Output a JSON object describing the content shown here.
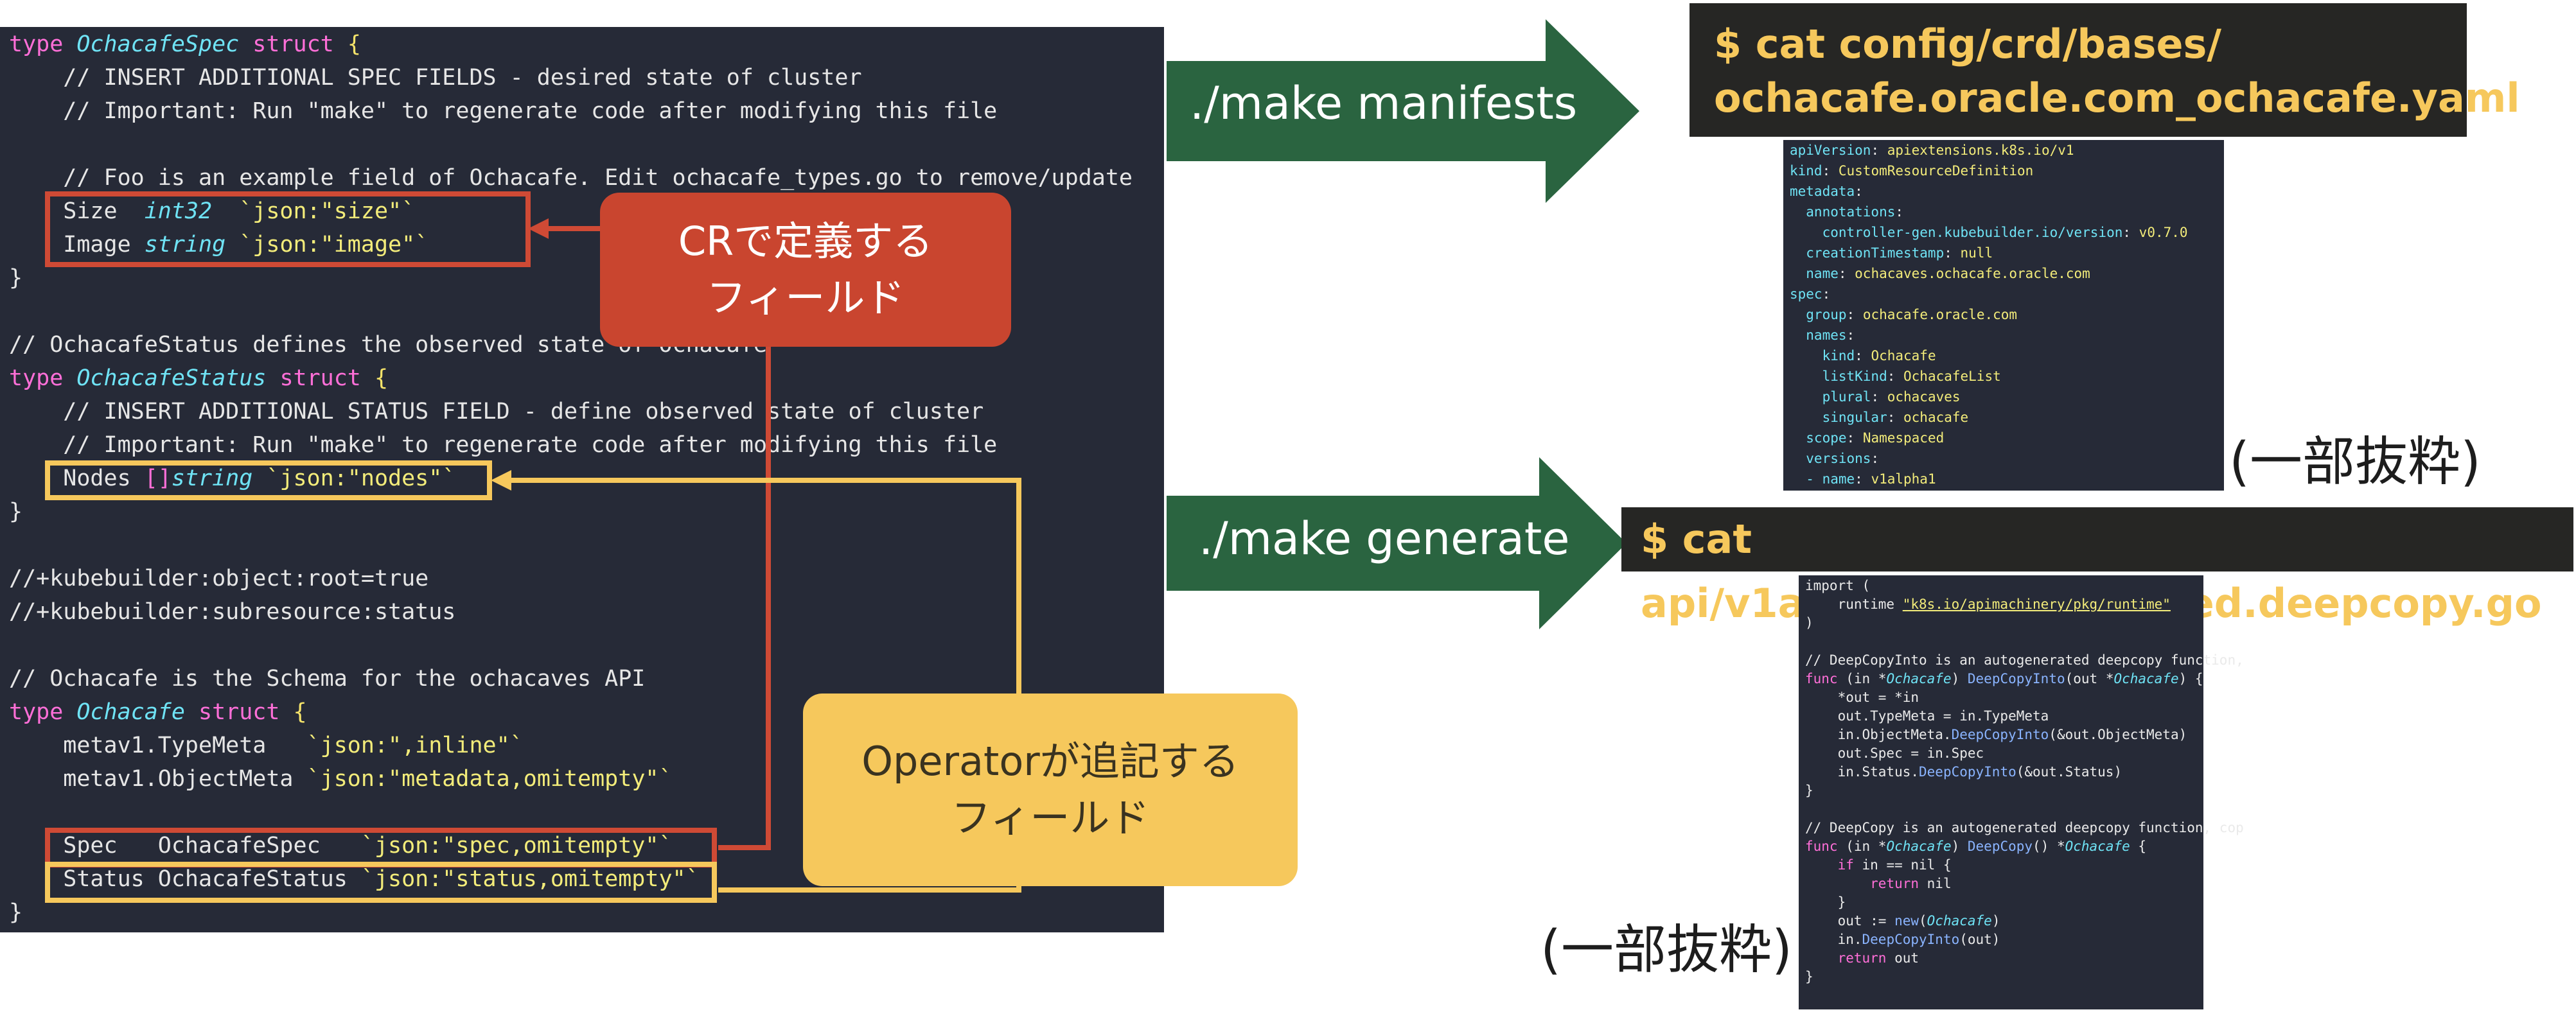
{
  "main_code": {
    "l0": [
      "type ",
      "OchacafeSpec",
      " struct ",
      "{"
    ],
    "l1": "    // INSERT ADDITIONAL SPEC FIELDS - desired state of cluster",
    "l2": "    // Important: Run \"make\" to regenerate code after modifying this file",
    "l4": "    // Foo is an example field of Ochacafe. Edit ochacafe_types.go to remove/update",
    "l5": [
      "    Size  ",
      "int32",
      "  `json:\"size\"`"
    ],
    "l6": [
      "    Image ",
      "string",
      " `json:\"image\"`"
    ],
    "l7": "}",
    "l9": "// OchacafeStatus defines the observed state of Ochacafe",
    "l10": [
      "type ",
      "OchacafeStatus",
      " struct ",
      "{"
    ],
    "l11": "    // INSERT ADDITIONAL STATUS FIELD - define observed state of cluster",
    "l12": "    // Important: Run \"make\" to regenerate code after modifying this file",
    "l13": [
      "    Nodes ",
      "[]",
      "string",
      " `json:\"nodes\"`"
    ],
    "l14": "}",
    "l16": "//+kubebuilder:object:root=true",
    "l17": "//+kubebuilder:subresource:status",
    "l19": "// Ochacafe is the Schema for the ochacaves API",
    "l20": [
      "type ",
      "Ochacafe",
      " struct ",
      "{"
    ],
    "l21": [
      "    metav1.TypeMeta   ",
      "`json:\",inline\"`"
    ],
    "l22": [
      "    metav1.ObjectMeta ",
      "`json:\"metadata,omitempty\"`"
    ],
    "l24": [
      "    Spec   OchacafeSpec   ",
      "`json:\"spec,omitempty\"`"
    ],
    "l25": [
      "    Status OchacafeStatus ",
      "`json:\"status,omitempty\"`"
    ],
    "l26": "}"
  },
  "callouts": {
    "cr": [
      "CRで定義する",
      "フィールド"
    ],
    "operator": [
      "Operatorが追記する",
      "フィールド"
    ]
  },
  "commands": {
    "manifests": "./make manifests",
    "generate": "./make generate"
  },
  "titles": {
    "yaml": [
      "$ cat config/crd/bases/",
      "ochacafe.oracle.com_ochacafe.yaml"
    ],
    "go": "$ cat api/v1alpha1/zz_generated.deepcopy.go"
  },
  "yaml_snippet": [
    [
      "apiVersion",
      ": ",
      "apiextensions.k8s.io/v1"
    ],
    [
      "kind",
      ": ",
      "CustomResourceDefinition"
    ],
    [
      "metadata",
      ":",
      ""
    ],
    [
      "  annotations",
      ":",
      ""
    ],
    [
      "    controller-gen.kubebuilder.io/version",
      ": ",
      "v0.7.0"
    ],
    [
      "  creationTimestamp",
      ": ",
      "null"
    ],
    [
      "  name",
      ": ",
      "ochacaves.ochacafe.oracle.com"
    ],
    [
      "spec",
      ":",
      ""
    ],
    [
      "  group",
      ": ",
      "ochacafe.oracle.com"
    ],
    [
      "  names",
      ":",
      ""
    ],
    [
      "    kind",
      ": ",
      "Ochacafe"
    ],
    [
      "    listKind",
      ": ",
      "OchacafeList"
    ],
    [
      "    plural",
      ": ",
      "ochacaves"
    ],
    [
      "    singular",
      ": ",
      "ochacafe"
    ],
    [
      "  scope",
      ": ",
      "Namespaced"
    ],
    [
      "  versions",
      ":",
      ""
    ],
    [
      "  - name",
      ": ",
      "v1alpha1"
    ]
  ],
  "go_snippet": {
    "g0": "import (",
    "g1": [
      "    runtime ",
      "\"k8s.io/apimachinery/pkg/runtime\""
    ],
    "g2": ")",
    "g4": "// DeepCopyInto is an autogenerated deepcopy function,",
    "g5": [
      "func",
      " (in *",
      "Ochacafe",
      ") ",
      "DeepCopyInto",
      "(out *",
      "Ochacafe",
      ") {"
    ],
    "g6": "    *out = *in",
    "g7": "    out.TypeMeta = in.TypeMeta",
    "g8": [
      "    in.ObjectMeta.",
      "DeepCopyInto",
      "(&out.ObjectMeta)"
    ],
    "g9": "    out.Spec = in.Spec",
    "g10": [
      "    in.Status.",
      "DeepCopyInto",
      "(&out.Status)"
    ],
    "g11": "}",
    "g13": "// DeepCopy is an autogenerated deepcopy function, cop",
    "g14": [
      "func",
      " (in *",
      "Ochacafe",
      ") ",
      "DeepCopy",
      "() *",
      "Ochacafe",
      " {"
    ],
    "g15": [
      "    ",
      "if",
      " in == nil {"
    ],
    "g16": [
      "        ",
      "return",
      " nil"
    ],
    "g17": "    }",
    "g18": [
      "    out := ",
      "new",
      "(",
      "Ochacafe",
      ")"
    ],
    "g19": [
      "    in.",
      "DeepCopyInto",
      "(out)"
    ],
    "g20": [
      "    ",
      "return",
      " out"
    ],
    "g21": "}"
  },
  "excerpt_label": "(一部抜粋)",
  "colors": {
    "code_bg": "#262a37",
    "red": "#cf4a35",
    "yellow": "#f6c85c",
    "green": "#2a6440",
    "title_bg": "#262624"
  }
}
